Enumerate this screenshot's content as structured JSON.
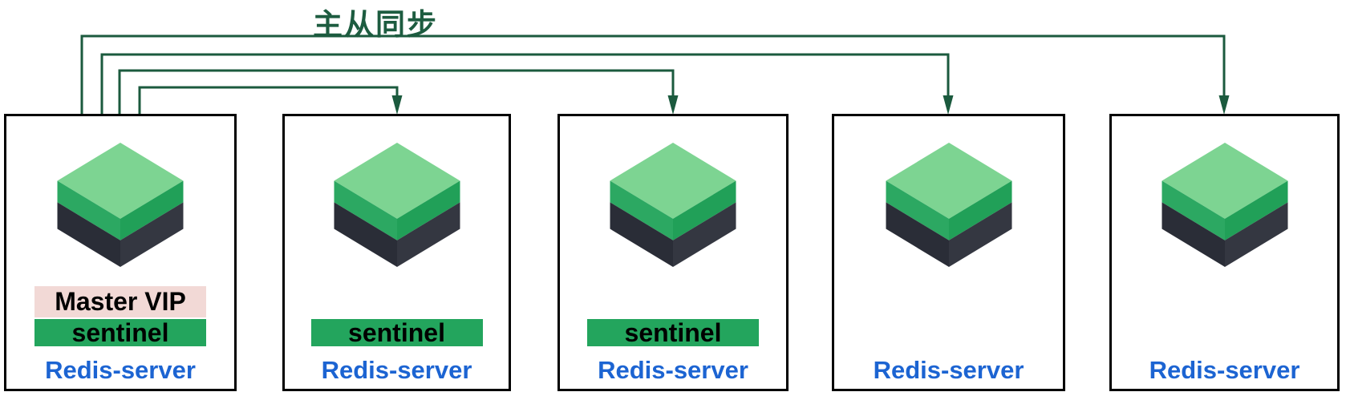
{
  "title": {
    "text": "主从同步"
  },
  "colors": {
    "connector": "#1b5a3e",
    "title_text": "#1d5c40",
    "box_border": "#000000",
    "box_background": "#ffffff",
    "master_vip_background": "#f2d9d6",
    "sentinel_background": "#23a55d",
    "badge_text": "#000000",
    "server_label_text": "#1c64d2",
    "cube_top_face": "#7dd492",
    "cube_left_face": "#2ca862",
    "cube_right_face": "#21a058",
    "cube_base_left": "#2a2d37",
    "cube_base_right": "#343741"
  },
  "servers": [
    {
      "icon": "redis-cube",
      "vip_label": "Master VIP",
      "sentinel_label": "sentinel",
      "server_label": "Redis-server"
    },
    {
      "icon": "redis-cube",
      "sentinel_label": "sentinel",
      "server_label": "Redis-server"
    },
    {
      "icon": "redis-cube",
      "sentinel_label": "sentinel",
      "server_label": "Redis-server"
    },
    {
      "icon": "redis-cube",
      "server_label": "Redis-server"
    },
    {
      "icon": "redis-cube",
      "server_label": "Redis-server"
    }
  ]
}
